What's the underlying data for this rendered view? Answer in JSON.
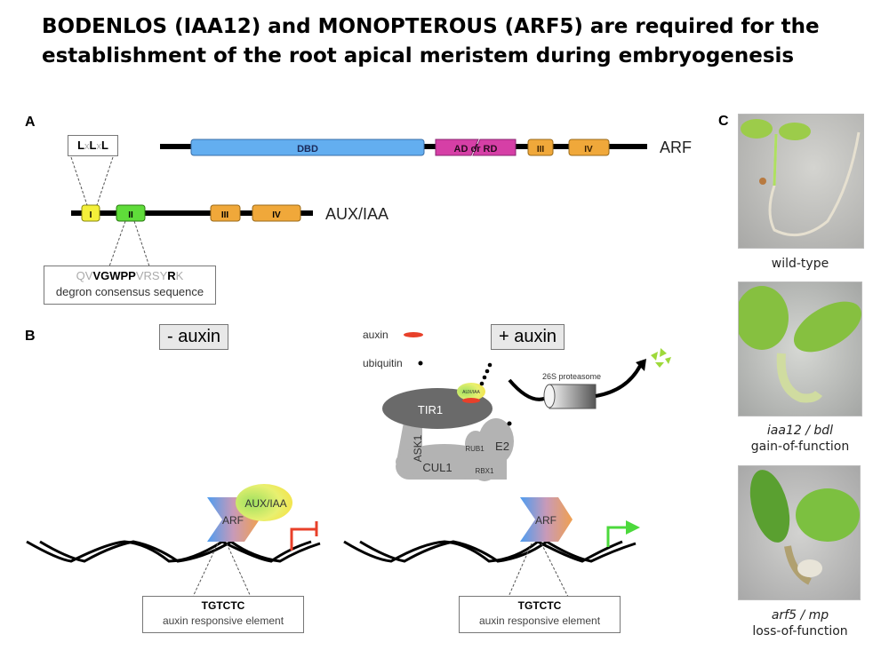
{
  "title": "BODENLOS (IAA12) and MONOPTEROUS (ARF5) are required for the establishment of the root apical meristem during embryogenesis",
  "panelA": {
    "label": "A",
    "arf": {
      "name": "ARF",
      "domains": [
        {
          "name": "DBD",
          "color": "#63aef0"
        },
        {
          "name": "AD or RD",
          "color": "#d63fa6"
        },
        {
          "name": "III",
          "color": "#f0a83a"
        },
        {
          "name": "IV",
          "color": "#f0a83a"
        }
      ]
    },
    "auxiaa": {
      "name": "AUX/IAA",
      "domains": [
        {
          "name": "I",
          "color": "#f4f03a"
        },
        {
          "name": "II",
          "color": "#5fdc3a"
        },
        {
          "name": "III",
          "color": "#f0a83a"
        },
        {
          "name": "IV",
          "color": "#f0a83a"
        }
      ]
    },
    "motif_box": {
      "parts": [
        "L",
        "x",
        "L",
        "x",
        "L"
      ]
    },
    "degron_box": {
      "sequence_parts": [
        {
          "text": "QV",
          "style": "gray"
        },
        {
          "text": "VGWPP",
          "style": "bold"
        },
        {
          "text": "VRSY",
          "style": "gray"
        },
        {
          "text": "R",
          "style": "bold"
        },
        {
          "text": "K",
          "style": "gray"
        }
      ],
      "caption": "degron consensus sequence"
    }
  },
  "panelB": {
    "label": "B",
    "minus_auxin": "- auxin",
    "plus_auxin": "+ auxin",
    "legend": {
      "auxin": "auxin",
      "ubiquitin": "ubiquitin"
    },
    "complex": {
      "tir1": "TIR1",
      "ask1": "ASK1",
      "cul1": "CUL1",
      "rub1": "RUB1",
      "e2": "E2",
      "rbx1": "RBX1",
      "auxiaa_small": "AUX/IAA"
    },
    "proteasome": "26S proteasome",
    "arf": "ARF",
    "auxiaa": "AUX/IAA",
    "are_box": {
      "seq": "TGTCTC",
      "caption": "auxin responsive element"
    },
    "colors": {
      "repress": "#e8402a",
      "activate": "#4cd93c",
      "auxin": "#e8402a"
    }
  },
  "panelC": {
    "label": "C",
    "photos": [
      {
        "caption_line1": "wild-type",
        "caption_line2": ""
      },
      {
        "caption_line1": "iaa12 / bdl",
        "caption_line2": "gain-of-function"
      },
      {
        "caption_line1": "arf5 / mp",
        "caption_line2": "loss-of-function"
      }
    ]
  }
}
